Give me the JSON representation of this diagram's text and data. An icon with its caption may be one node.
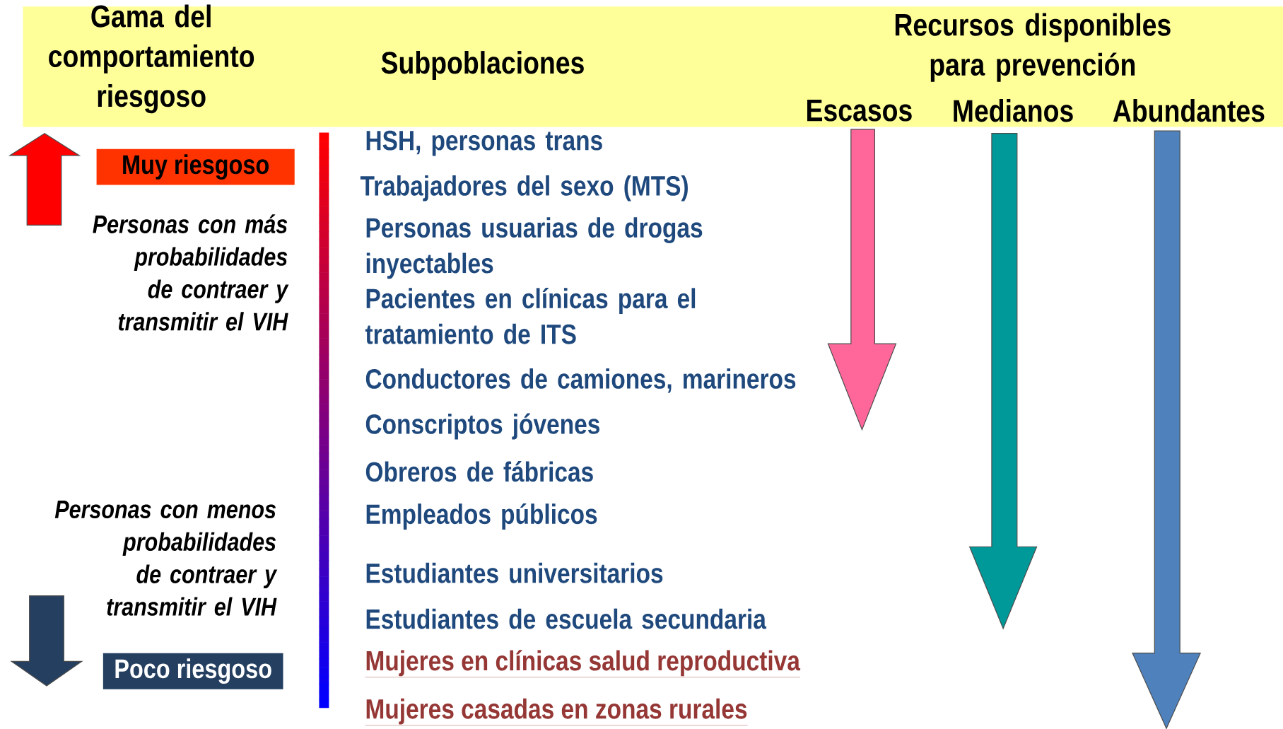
{
  "diagram": {
    "nodes": [
      {
        "text": [
          "Muy riesgoso"
        ]
      },
      {
        "text": [
          "Poco riesgoso"
        ]
      }
    ],
    "labels": [
      "Gama del comportamiento riesgoso",
      "Subpoblaciones",
      "Recursos disponibles para prevención",
      "Escasos",
      "Medianos",
      "Abundantes",
      "Personas con más probabilidades de contraer y transmitir el VIH",
      "Personas con menos probabilidades de contraer y transmitir el VIH",
      "HSH, personas trans",
      "Trabajadores del sexo (MTS)",
      "Personas usuarias de drogas inyectables",
      "Pacientes en clínicas para el tratamiento de ITS",
      "Conductores de camiones, marineros",
      "Conscriptos jóvenes",
      "Obreros de fábricas",
      "Empleados públicos",
      "Estudiantes universitarios",
      "Estudiantes de escuela secundaria",
      "Mujeres en clínicas salud reproductiva",
      "Mujeres casadas en zonas rurales"
    ]
  }
}
